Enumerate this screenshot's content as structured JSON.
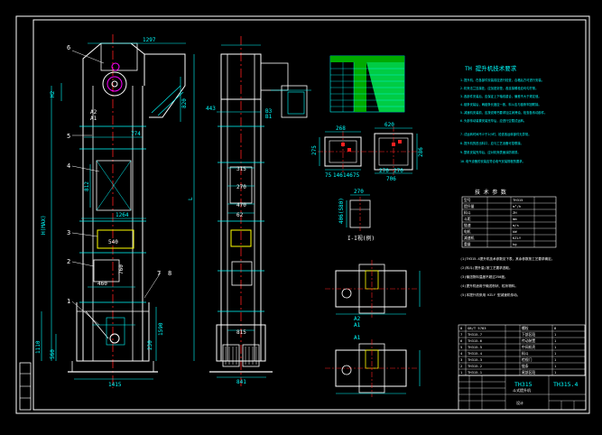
{
  "colors": {
    "background": "#000000",
    "frame": "#ffffff",
    "primary": "#00ffff",
    "secondary": "#ffffff",
    "centerline": "#ff2020",
    "accent_yellow": "#ffff00",
    "accent_magenta": "#ff00ff",
    "accent_green": "#00ff00",
    "dimension": "#00ffff"
  },
  "front_view": {
    "parts": [
      "1",
      "2",
      "3",
      "4",
      "5",
      "6",
      "7",
      "8"
    ],
    "dims": {
      "top_width": "1297",
      "mid_width": "774",
      "width_1264": "1264",
      "width_540": "540",
      "width_460": "460",
      "width_760": "760",
      "width_1415": "1415",
      "h_1110": "1110",
      "h_560": "560",
      "h_1590": "1590",
      "h_230": "230",
      "h_812": "812",
      "h_820": "820",
      "h_hmax": "H(MAX)",
      "h_h2": "H2"
    },
    "labels": [
      "A2",
      "A1"
    ]
  },
  "side_view": {
    "dims": {
      "w_443": "443",
      "w_b3": "B3",
      "w_b1": "B1",
      "w_315": "315",
      "w_270": "270",
      "w_470": "470",
      "w_62": "62",
      "w_815": "815",
      "w_b41": "841",
      "h_l": "L"
    }
  },
  "sections": {
    "sec_a": {
      "dims": [
        "268",
        "275",
        "75",
        "146",
        "146",
        "75"
      ]
    },
    "sec_b": {
      "dims": [
        "620",
        "270",
        "270",
        "706",
        "286"
      ]
    },
    "sec_c": {
      "label": "I-I视(例)",
      "dims": [
        "270",
        "406(580)"
      ]
    }
  },
  "notes": {
    "title": "TH 提升机技术要求",
    "lines": [
      "1.提升机、在各部件安装前应进行检查，合格后方可进行安装。",
      "2.机壳法兰连接处，应加密封垫，各连接螺栓应均匀拧紧。",
      "3.各部件安装后，应保证上下轴线重合，偏差不大于规定值。",
      "4.链条安装后，两链条长度应一致，料斗应与链条牢固联接。",
      "5.减速机安装前，应按说明书要求加注润滑油，检查各传动部件。",
      "6.头部传动装置安装完毕后，应进行空载试运转。",
      "7.试运转时间不少于2小时，检查各运转部件无异常。",
      "8.提升机的进出料口，应与工艺设备可靠联接。",
      "9.整机安装完毕后，应对机壳表面涂防锈漆。",
      "10.电气设备的安装应符合电气安装规程的要求。"
    ],
    "bottom": [
      "(1)TH315-4提升机技术参数见下表，其余参数按工艺要求确定。",
      "(2)料斗(提升量)按工艺要求选取。",
      "(3)输送物料温度不超过250度。",
      "(4)提升机适用于输送粉状、粒状物料。",
      "(5)本提升机采用 KZLY 型减速机传动。"
    ]
  },
  "tech_table": {
    "title": "技 术 参 数",
    "rows": [
      [
        "型号",
        "TH315"
      ],
      [
        "提升量",
        "m³/h"
      ],
      [
        "料斗",
        "ZH"
      ],
      [
        "斗距",
        "mm"
      ],
      [
        "链速",
        "m/s"
      ],
      [
        "电机",
        "kW"
      ],
      [
        "减速机",
        "KZLY"
      ],
      [
        "重量",
        "kg"
      ]
    ]
  },
  "parts_list": {
    "rows": [
      [
        "8",
        "GB/T 5783",
        "螺栓",
        "8"
      ],
      [
        "7",
        "TH315.7",
        "下部区段",
        "1"
      ],
      [
        "6",
        "TH315.6",
        "传动装置",
        "1"
      ],
      [
        "5",
        "TH315.5",
        "中间机壳",
        "1"
      ],
      [
        "4",
        "TH315.4",
        "料斗",
        "1"
      ],
      [
        "3",
        "TH315.3",
        "检视门",
        "1"
      ],
      [
        "2",
        "TH315.2",
        "链条",
        "1"
      ],
      [
        "1",
        "TH315.1",
        "尾部区段",
        "1"
      ]
    ]
  },
  "title_block": {
    "drawing_name": "TH315",
    "drawing_sub": "斗式提升机",
    "drawing_code": "TH315.4",
    "company": "设计"
  }
}
